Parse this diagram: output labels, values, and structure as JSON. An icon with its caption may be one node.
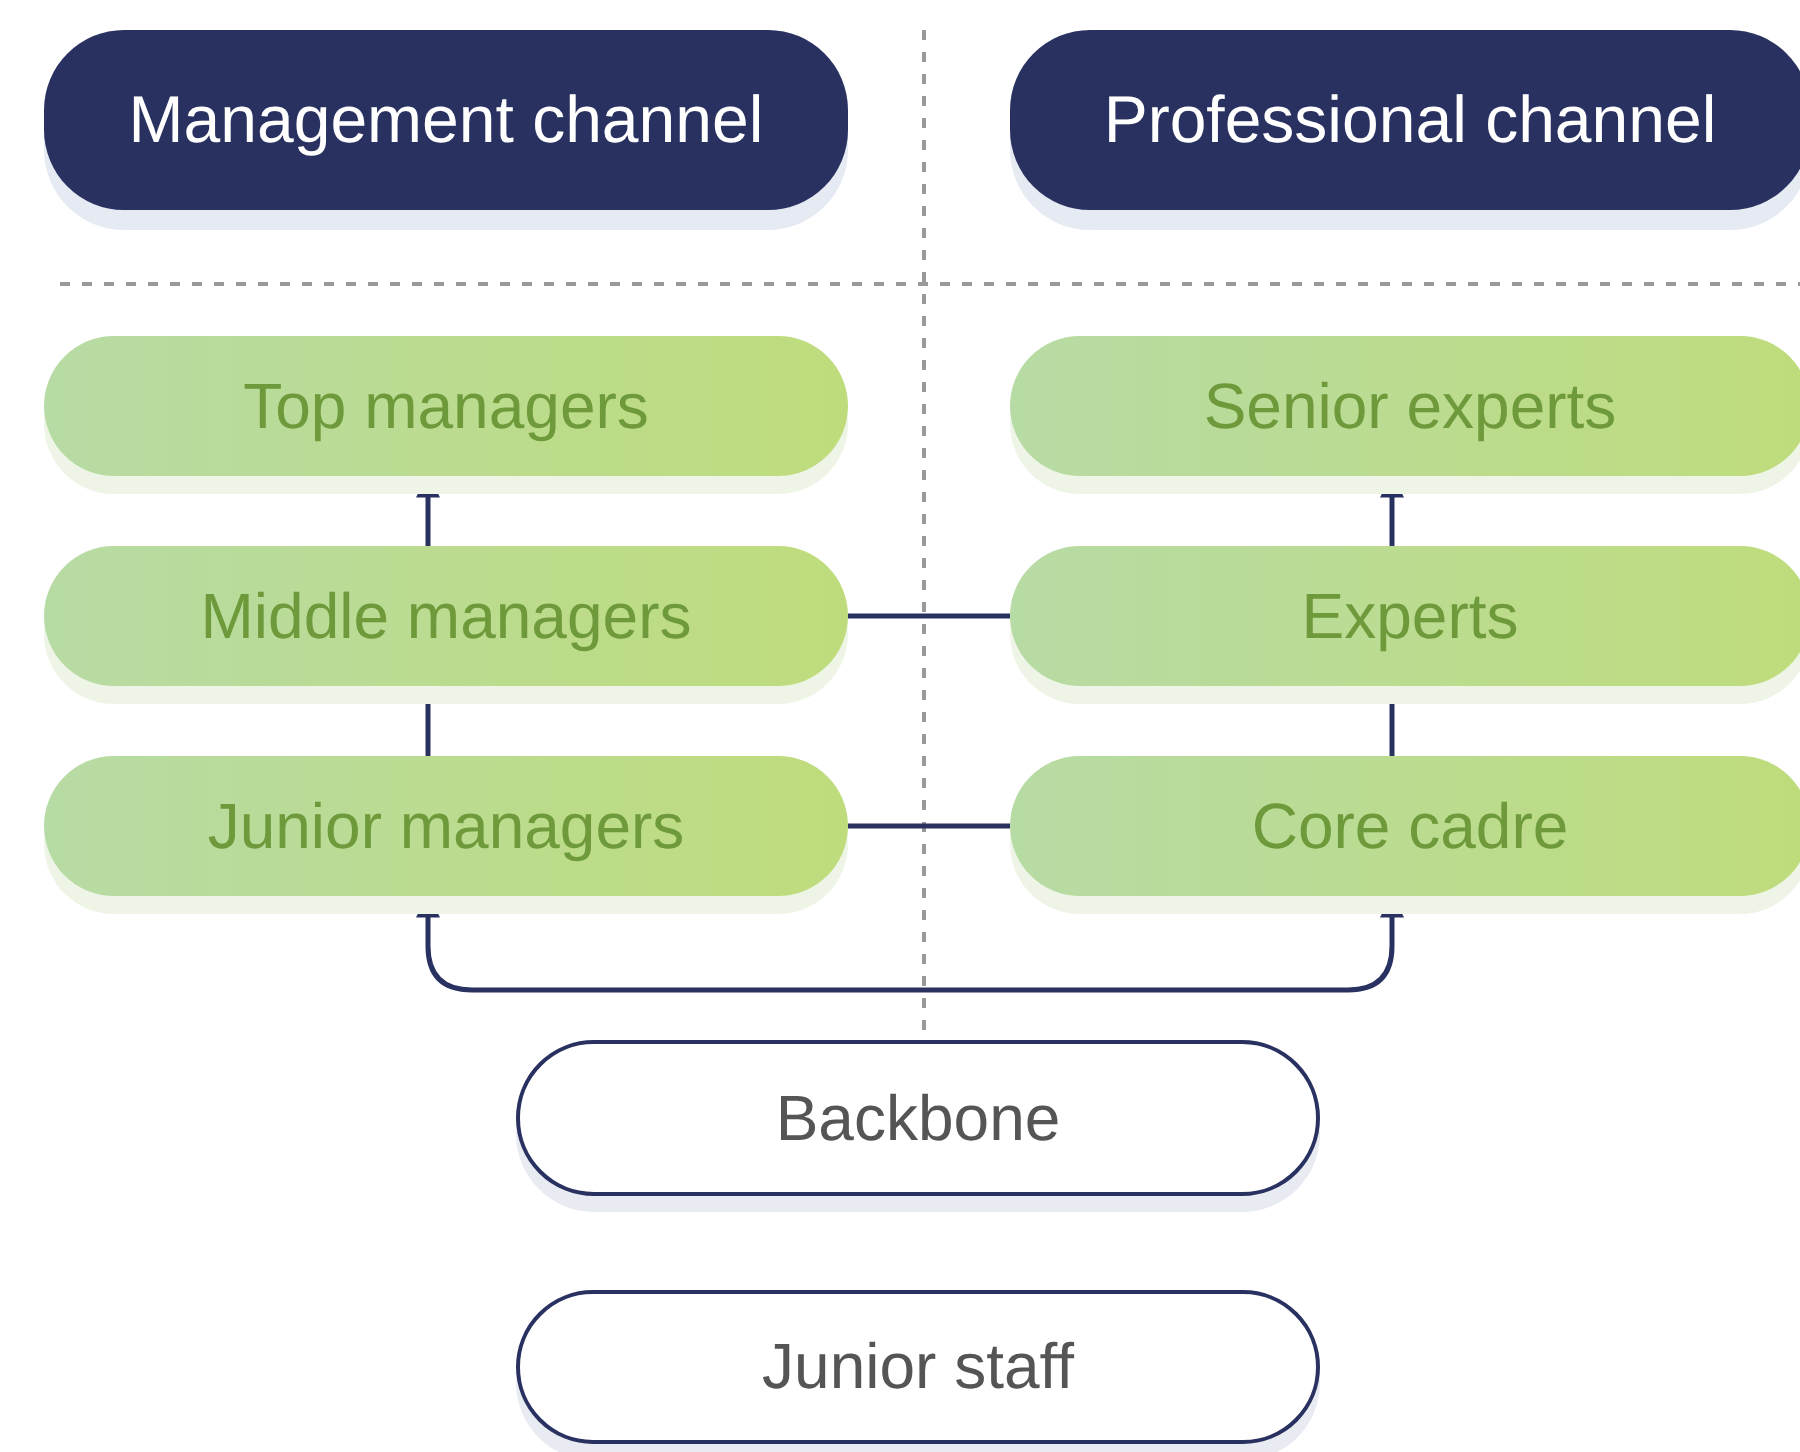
{
  "diagram": {
    "nodes": [
      {
        "text": [
          "Management channel"
        ]
      },
      {
        "text": [
          "Professional channel"
        ]
      },
      {
        "text": [
          "Top managers"
        ]
      },
      {
        "text": [
          "Senior experts"
        ]
      },
      {
        "text": [
          "Middle managers"
        ]
      },
      {
        "text": [
          "Experts"
        ]
      },
      {
        "text": [
          "Junior managers"
        ]
      },
      {
        "text": [
          "Core cadre"
        ]
      },
      {
        "text": [
          "Backbone"
        ]
      },
      {
        "text": [
          "Junior staff"
        ]
      }
    ],
    "edges": [
      {
        "from": 4,
        "to": 2,
        "arrow": "to"
      },
      {
        "from": 6,
        "to": 4,
        "arrow": "none"
      },
      {
        "from": 5,
        "to": 3,
        "arrow": "to"
      },
      {
        "from": 7,
        "to": 5,
        "arrow": "none"
      },
      {
        "from": 4,
        "to": 5,
        "arrow": "none"
      },
      {
        "from": 6,
        "to": 7,
        "arrow": "none"
      },
      {
        "from": 6,
        "to": 7,
        "arrow": "both"
      }
    ]
  }
}
